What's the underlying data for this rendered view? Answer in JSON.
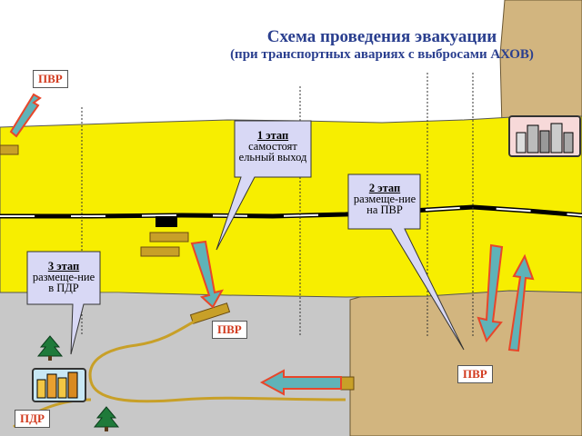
{
  "title": "Схема проведения эвакуации",
  "subtitle": "(при транспортных авариях с выбросами АХОВ)",
  "labels": {
    "pvr_top": "ПВР",
    "pvr_mid": "ПВР",
    "pvr_right": "ПВР",
    "pdr": "ПДР"
  },
  "callouts": {
    "stage1": {
      "head": "1 этап",
      "body": "самостоят ельный выход"
    },
    "stage2": {
      "head": "2 этап",
      "body": "размеще-ние на ПВР"
    },
    "stage3": {
      "head": "3 этап",
      "body": "размеще-ние в ПДР"
    }
  },
  "colors": {
    "road_zone": "#f7ee00",
    "ground_gray": "#c8c8c8",
    "hill_tan": "#d2b57f",
    "title": "#2a3f8f",
    "label_red": "#d23a1e",
    "callout_fill": "#d8d8f5",
    "arrow_fill": "#5fb3b8",
    "arrow_outline": "#e8462a"
  },
  "icons": [
    "city-icon",
    "tree-icon",
    "arrow-icon"
  ]
}
